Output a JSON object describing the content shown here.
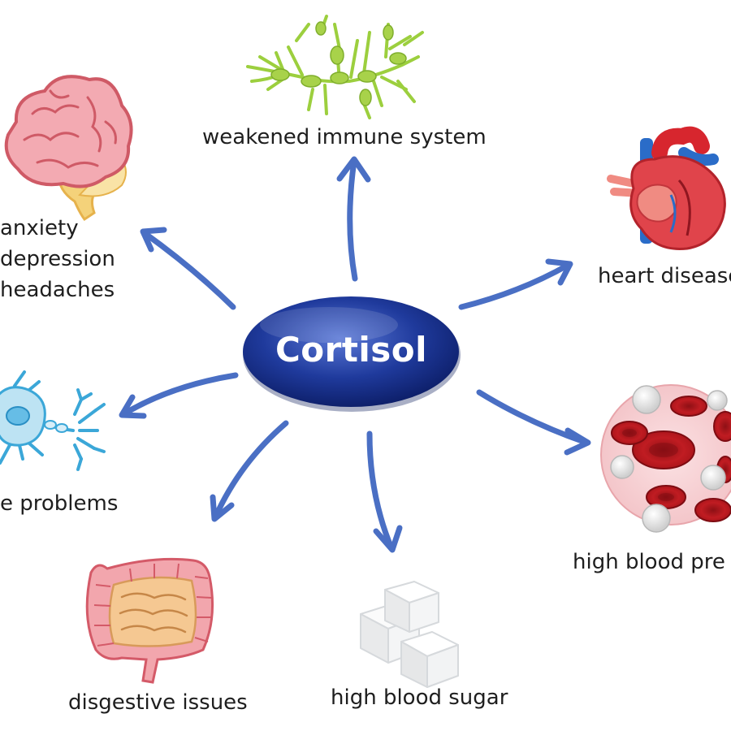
{
  "center": {
    "label": "Cortisol"
  },
  "effects": [
    {
      "id": "immune",
      "label": "weakened immune system",
      "icon": "immune-cells-icon"
    },
    {
      "id": "mental",
      "lines": [
        "anxiety",
        "depression",
        "headaches"
      ],
      "icon": "brain-icon"
    },
    {
      "id": "heart",
      "label": "heart disease",
      "icon": "heart-icon"
    },
    {
      "id": "nerve",
      "label": "e problems",
      "icon": "neuron-icon"
    },
    {
      "id": "pressure",
      "label": "high blood pre",
      "icon": "blood-cells-icon"
    },
    {
      "id": "digestive",
      "label": "disgestive issues",
      "icon": "intestine-icon"
    },
    {
      "id": "sugar",
      "label": "high blood sugar",
      "icon": "sugar-cubes-icon"
    }
  ],
  "colors": {
    "hub": "#1f3a9c",
    "arrow": "#4a6fc4"
  }
}
